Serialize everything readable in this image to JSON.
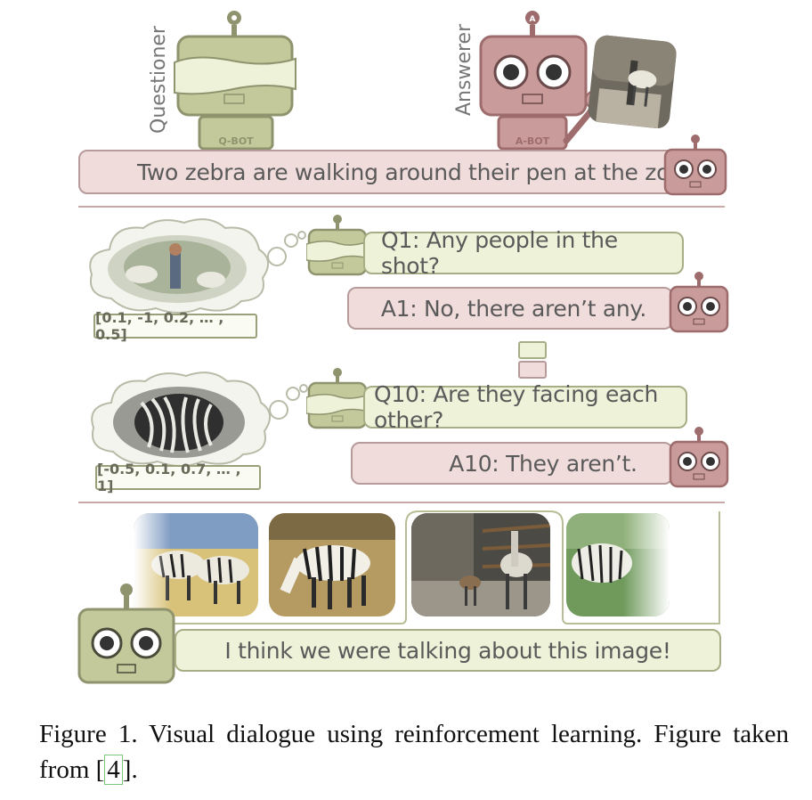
{
  "labels": {
    "questioner": "Questioner",
    "answerer": "Answerer",
    "qbot": "Q-BOT",
    "abot": "A-BOT"
  },
  "caption_text": "Two zebra are walking around their pen at the zoo.",
  "dialog": [
    {
      "question": "Q1: Any people in the shot?",
      "answer": "A1: No, there aren’t any.",
      "vector": "[0.1, -1, 0.2, … , 0.5]"
    },
    {
      "question": "Q10: Are they facing each other?",
      "answer": "A10: They aren’t.",
      "vector": "[-0.5, 0.1, 0.7, … , 1]"
    }
  ],
  "final_guess": "I think we were talking about this image!",
  "figure_caption": {
    "prefix": "Figure 1. Visual dialogue using reinforcement learning. Figure taken from [",
    "ref": "4",
    "suffix": "]."
  },
  "colors": {
    "pink": "#f1dcdc",
    "green": "#eef2d8",
    "robot_green": "#c3c99a",
    "robot_pink": "#c99b9b"
  }
}
